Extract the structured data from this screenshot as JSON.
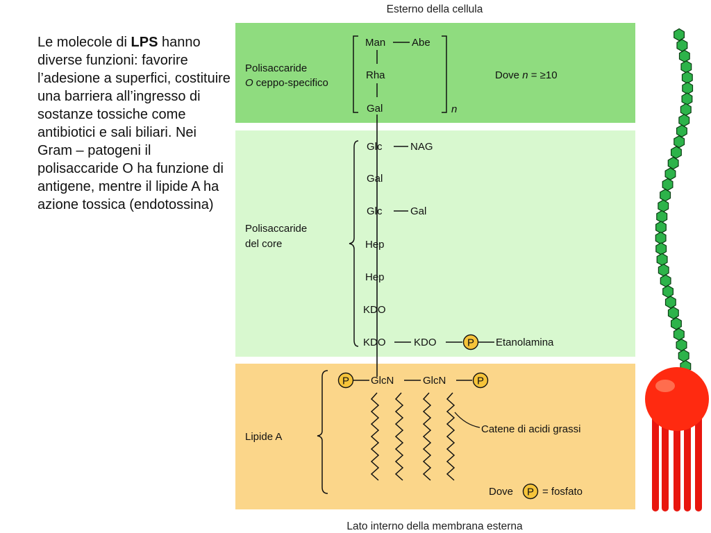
{
  "header": {
    "top_caption": "Esterno della cellula",
    "bottom_caption": "Lato interno della membrana esterna"
  },
  "text": {
    "intro_pre": "Le molecole di ",
    "intro_bold": "LPS",
    "intro_post": " hanno diverse funzioni: favorire l’adesione a superfici, costituire una barriera all’ingresso di sostanze tossiche come antibiotici e sali biliari. Nei Gram – patogeni il polisaccaride O ha funzione di antigene, mentre il lipide A ha azione tossica (endotossina)"
  },
  "o_antigen": {
    "label_line1": "Polisaccaride",
    "label_line2": "O ceppo-specifico",
    "man": "Man",
    "abe": "Abe",
    "rha": "Rha",
    "gal": "Gal",
    "repeat": "n",
    "note_prefix": "Dove ",
    "note_var": "n",
    "note_suffix": " = ≥10",
    "color": "#8fdc7f"
  },
  "core": {
    "label_line1": "Polisaccaride",
    "label_line2": "del core",
    "glc1": "Glc",
    "nag": "NAG",
    "gal1": "Gal",
    "glc2": "Glc",
    "gal2": "Gal",
    "hep1": "Hep",
    "hep2": "Hep",
    "kdo1": "KDO",
    "kdo2": "KDO",
    "kdo3": "KDO",
    "etanolamina": "Etanolamina",
    "color": "#d8f8cf"
  },
  "lipid_a": {
    "label": "Lipide A",
    "glcn1": "GlcN",
    "glcn2": "GlcN",
    "fatty_acids": "Catene di acidi grassi",
    "note_prefix": "Dove",
    "note_suffix": "= fosfato",
    "color": "#fbd68a"
  },
  "phosphate": {
    "symbol": "P",
    "color": "#f6c43a"
  },
  "model": {
    "chain_color": "#2db34a",
    "head_color": "#ff2a10",
    "tail_color": "#e8160e"
  }
}
